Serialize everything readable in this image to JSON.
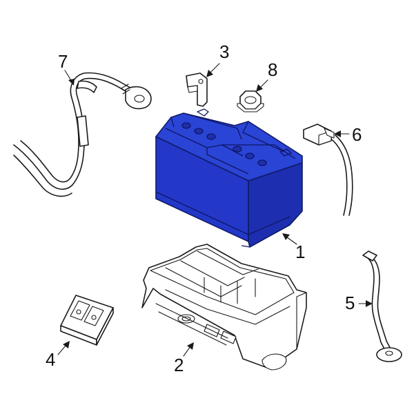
{
  "parts": [
    {
      "id": "battery",
      "callout": "1"
    },
    {
      "id": "battery-tray",
      "callout": "2"
    },
    {
      "id": "hold-down-bracket",
      "callout": "3"
    },
    {
      "id": "support-block",
      "callout": "4"
    },
    {
      "id": "vent-tube",
      "callout": "5"
    },
    {
      "id": "negative-cable-terminal",
      "callout": "6"
    },
    {
      "id": "positive-cable",
      "callout": "7"
    },
    {
      "id": "nut",
      "callout": "8"
    }
  ],
  "colors": {
    "battery_highlight": "#2338c9",
    "line": "#1a1a1a",
    "background": "#ffffff"
  }
}
